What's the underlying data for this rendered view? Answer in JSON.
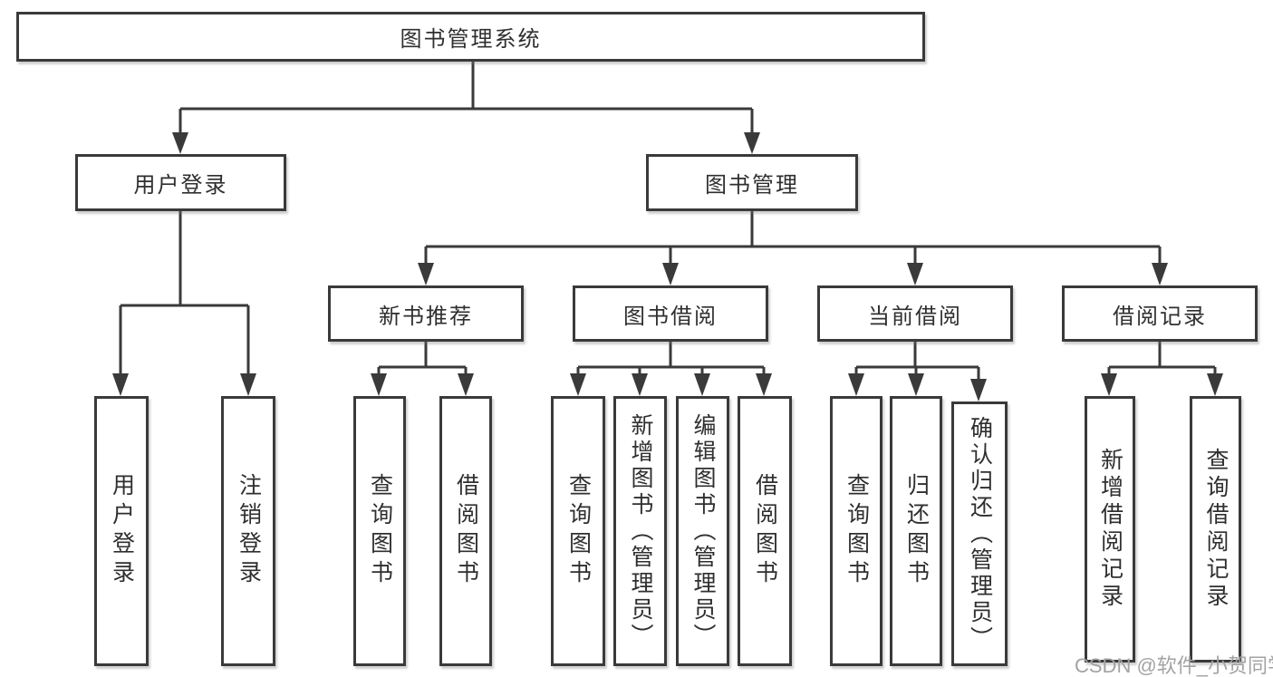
{
  "diagram_title": "图书管理系统",
  "watermark": "CSDN @软件_小贺同学",
  "colors": {
    "line": "#3a3a3a",
    "box_background": "#ffffff",
    "text": "#2f2f2f",
    "watermark_text": "#a3a3a3",
    "page_background": "#ffffff"
  },
  "tree": {
    "root": {
      "label": "图书管理系统"
    },
    "children": [
      {
        "label": "用户登录",
        "leaves": [
          "用户登录",
          "注销登录"
        ]
      },
      {
        "label": "图书管理",
        "children": [
          {
            "label": "新书推荐",
            "leaves": [
              "查询图书",
              "借阅图书"
            ]
          },
          {
            "label": "图书借阅",
            "leaves": [
              "查询图书",
              "新增图书（管理员）",
              "编辑图书（管理员）",
              "借阅图书"
            ]
          },
          {
            "label": "当前借阅",
            "leaves": [
              "查询图书",
              "归还图书",
              "确认归还（管理员）"
            ]
          },
          {
            "label": "借阅记录",
            "leaves": [
              "新增借阅记录",
              "查询借阅记录"
            ]
          }
        ]
      }
    ]
  }
}
